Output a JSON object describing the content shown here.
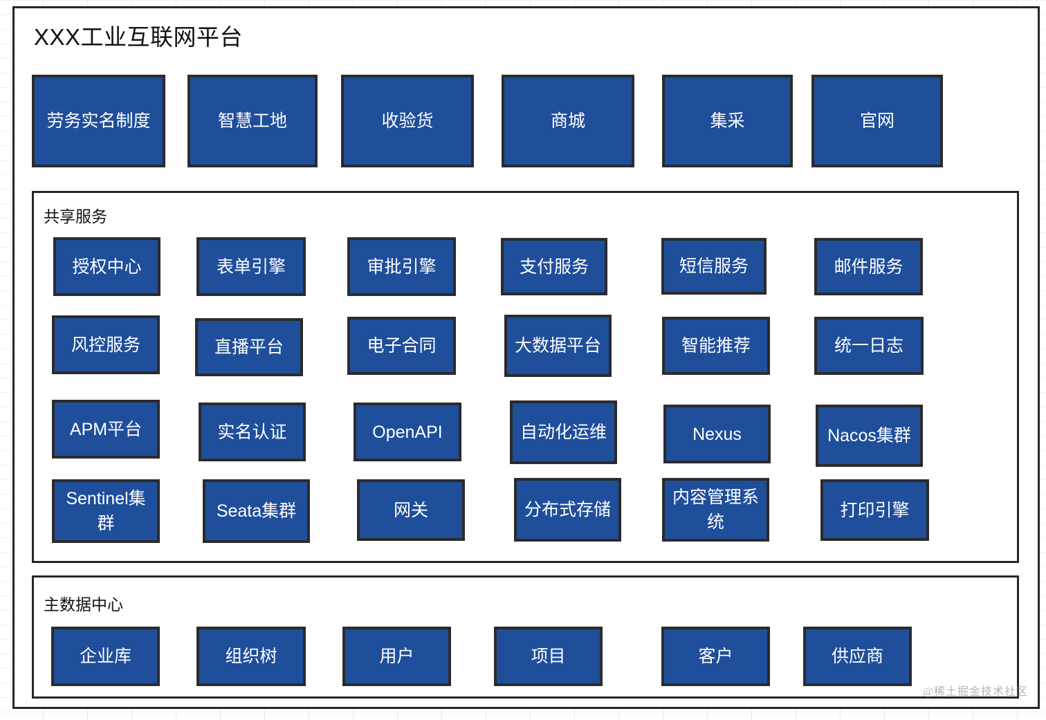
{
  "diagram": {
    "title": "XXX工业互联网平台",
    "watermark": "@稀土掘金技术社区",
    "accent_color": "#1f4e9b",
    "border_color": "#262626",
    "background_color": "#ffffff"
  },
  "applications": {
    "nodes": [
      {
        "label": "劳务实名制度"
      },
      {
        "label": "智慧工地"
      },
      {
        "label": "收验货"
      },
      {
        "label": "商城"
      },
      {
        "label": "集采"
      },
      {
        "label": "官网"
      }
    ]
  },
  "shared_services": {
    "title": "共享服务",
    "rows": [
      [
        {
          "label": "授权中心"
        },
        {
          "label": "表单引擎"
        },
        {
          "label": "审批引擎"
        },
        {
          "label": "支付服务"
        },
        {
          "label": "短信服务"
        },
        {
          "label": "邮件服务"
        }
      ],
      [
        {
          "label": "风控服务"
        },
        {
          "label": "直播平台"
        },
        {
          "label": "电子合同"
        },
        {
          "label": "大数据平台"
        },
        {
          "label": "智能推荐"
        },
        {
          "label": "统一日志"
        }
      ],
      [
        {
          "label": "APM平台"
        },
        {
          "label": "实名认证"
        },
        {
          "label": "OpenAPI"
        },
        {
          "label": "自动化运维"
        },
        {
          "label": "Nexus"
        },
        {
          "label": "Nacos集群"
        }
      ],
      [
        {
          "label": "Sentinel集群"
        },
        {
          "label": "Seata集群"
        },
        {
          "label": "网关"
        },
        {
          "label": "分布式存储"
        },
        {
          "label": "内容管理系统"
        },
        {
          "label": "打印引擎"
        }
      ]
    ]
  },
  "master_data_center": {
    "title": "主数据中心",
    "nodes": [
      {
        "label": "企业库"
      },
      {
        "label": "组织树"
      },
      {
        "label": "用户"
      },
      {
        "label": "项目"
      },
      {
        "label": "客户"
      },
      {
        "label": "供应商"
      }
    ]
  }
}
